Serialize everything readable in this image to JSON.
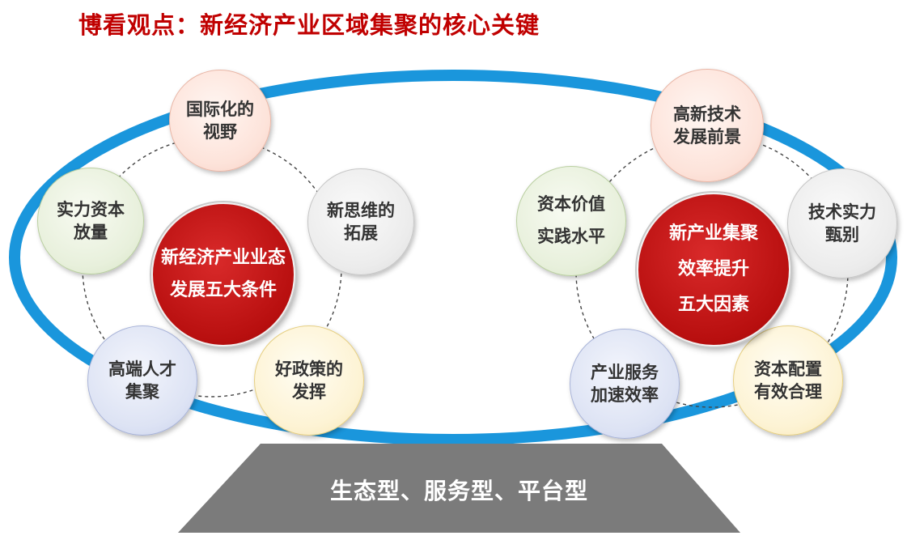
{
  "title": "博看观点：新经济产业区域集聚的核心关键",
  "left_group": {
    "center": {
      "lines": [
        "新经济产业业态",
        "发展五大条件"
      ]
    },
    "nodes": [
      {
        "lines": [
          "国际化的",
          "视野"
        ]
      },
      {
        "lines": [
          "新思维的",
          "拓展"
        ]
      },
      {
        "lines": [
          "好政策的",
          "发挥"
        ]
      },
      {
        "lines": [
          "高端人才",
          "集聚"
        ]
      },
      {
        "lines": [
          "实力资本",
          "放量"
        ]
      }
    ]
  },
  "right_group": {
    "center": {
      "lines": [
        "新产业集聚",
        "效率提升",
        "五大因素"
      ]
    },
    "nodes": [
      {
        "lines": [
          "高新技术",
          "发展前景"
        ]
      },
      {
        "lines": [
          "技术实力",
          "甄别"
        ]
      },
      {
        "lines": [
          "资本配置",
          "有效合理"
        ]
      },
      {
        "lines": [
          "产业服务",
          "加速效率"
        ]
      },
      {
        "lines": [
          "资本价值",
          "实践水平"
        ]
      }
    ]
  },
  "platform": {
    "label": "生态型、服务型、平台型"
  },
  "colors": {
    "title": "#c00000",
    "ellipse": "#1a96dc",
    "center_red": "#b80f0f",
    "platform": "#7b7b7b"
  }
}
